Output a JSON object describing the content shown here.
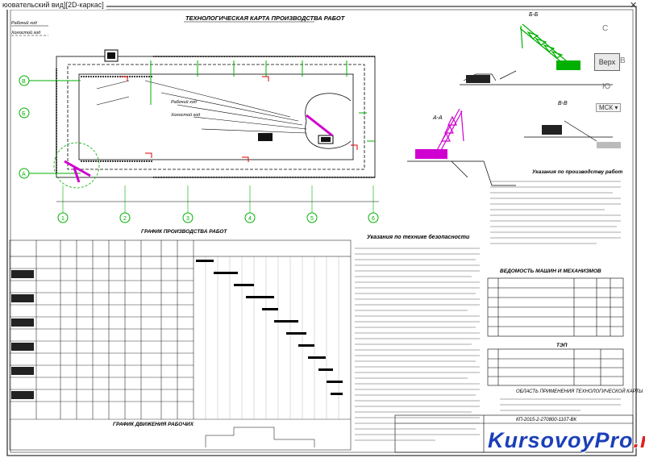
{
  "viewport": {
    "label": "юовательский вид][2D-каркас]"
  },
  "viewcube": {
    "north": "С",
    "top_face": "Верх",
    "south": "Ю",
    "east": "В",
    "wcs": "МСК ▾",
    "close_icon": "close-icon"
  },
  "sheet": {
    "main_title": "ТЕХНОЛОГИЧЕСКАЯ КАРТА ПРОИЗВОДСТВА РАБОТ",
    "working_path_top": "Рабочий ход",
    "idle_path_top": "Холостой ход",
    "working_path_mid": "Рабочий ход",
    "idle_path_mid": "Холостой ход",
    "axis_labels": [
      "1",
      "2",
      "3",
      "4",
      "5",
      "6"
    ],
    "row_labels": [
      "В",
      "Б",
      "А"
    ],
    "section_bb": "Б-Б",
    "section_vv": "В-В",
    "section_aa": "А-А",
    "schedule_title": "ГРАФИК ПРОИЗВОДСТВА РАБОТ",
    "workers_title": "ГРАФИК ДВИЖЕНИЯ РАБОЧИХ",
    "safety_title": "Указания по технике безопасности",
    "instructions_title": "Указания по производству работ",
    "machines_title": "ВЕДОМОСТЬ МАШИН И МЕХАНИЗМОВ",
    "tei_title": "ТЭП",
    "scope_title": "ОБЛАСТЬ ПРИМЕНЕНИЯ ТЕХНОЛОГИЧЕСКОЙ КАРТЫ",
    "stamp_code": "КП-2015-2-270800-1107-ВК"
  },
  "watermark": {
    "main": "KursovoyPro",
    "ru": ".ru"
  },
  "colors": {
    "accent": "#00b000",
    "crane": "#d000d0",
    "ink": "#000000",
    "blue": "#2a5fd0"
  }
}
